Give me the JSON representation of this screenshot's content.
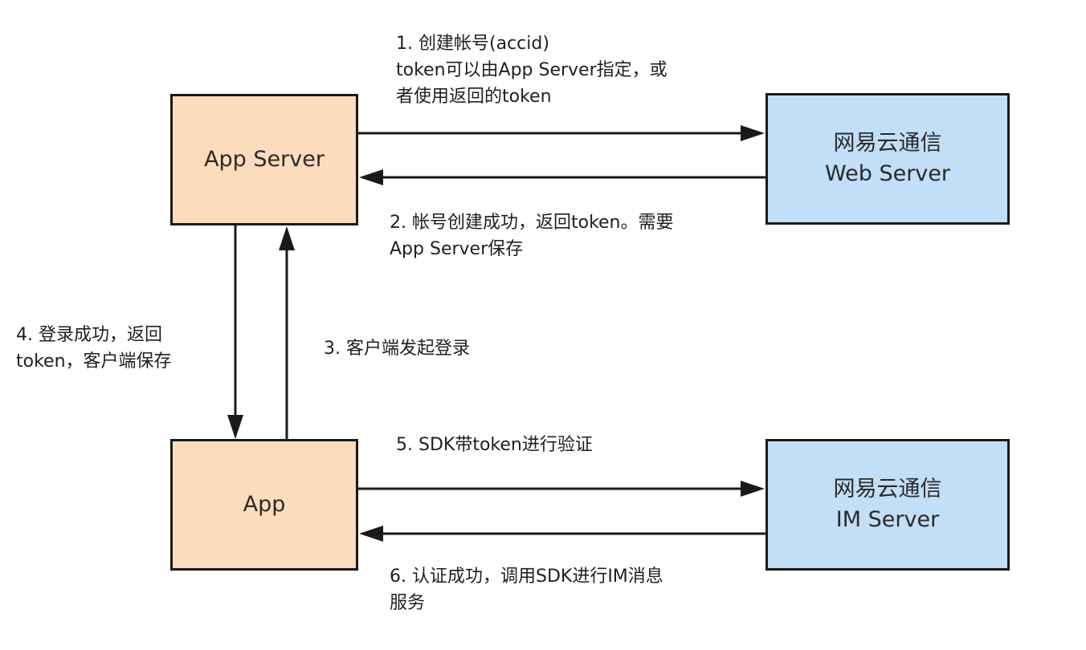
{
  "nodes": {
    "app_server": {
      "lines": [
        "App Server"
      ]
    },
    "web_server": {
      "lines": [
        "网易云通信",
        "Web Server"
      ]
    },
    "app": {
      "lines": [
        "App"
      ]
    },
    "im_server": {
      "lines": [
        "网易云通信",
        "IM Server"
      ]
    }
  },
  "steps": {
    "step1": {
      "lines": [
        "1. 创建帐号(accid)",
        "token可以由App Server指定，或",
        "者使用返回的token"
      ]
    },
    "step2": {
      "lines": [
        "2. 帐号创建成功，返回token。需要",
        "App Server保存"
      ]
    },
    "step3": {
      "lines": [
        "3. 客户端发起登录"
      ]
    },
    "step4": {
      "lines": [
        "4. 登录成功，返回",
        "token，客户端保存"
      ]
    },
    "step5": {
      "lines": [
        "5. SDK带token进行验证"
      ]
    },
    "step6": {
      "lines": [
        "6. 认证成功，调用SDK进行IM消息",
        "服务"
      ]
    }
  },
  "colors": {
    "app_box_fill": "#fbdcbd",
    "server_box_fill": "#c3def7",
    "stroke": "#1a1a1a"
  }
}
